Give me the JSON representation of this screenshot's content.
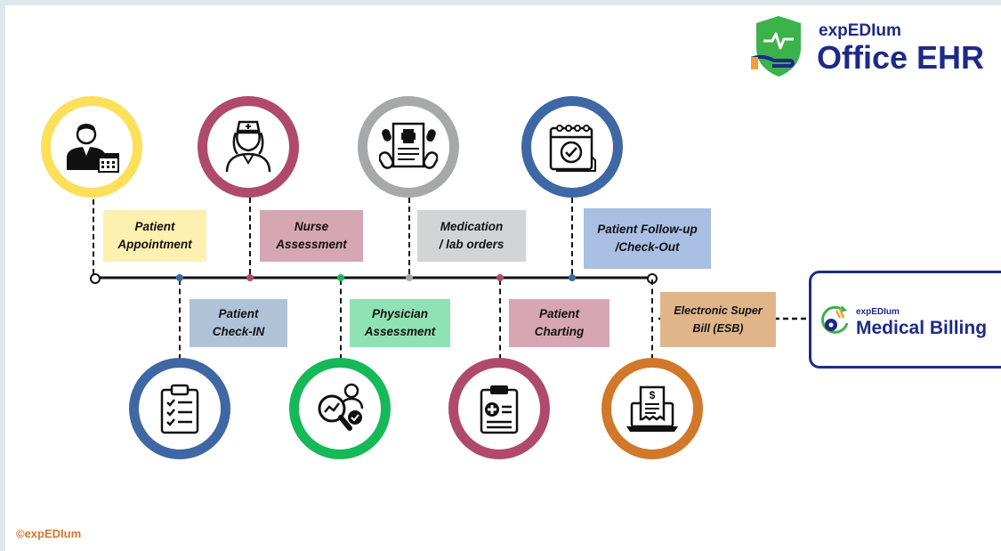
{
  "logo": {
    "brand": "expEDIum",
    "product": "Office EHR"
  },
  "billing_logo": {
    "brand": "expEDIum",
    "product": "Medical Billing"
  },
  "steps": [
    {
      "label_line1": "Patient",
      "label_line2": "Appointment",
      "icon": "patient-calendar-icon",
      "ring_color": "#fde05a",
      "label_bg": "#fdf0b0"
    },
    {
      "label_line1": "Patient",
      "label_line2": "Check-IN",
      "icon": "clipboard-checklist-icon",
      "ring_color": "#3f67a4",
      "label_bg": "#b0c2d8"
    },
    {
      "label_line1": "Nurse",
      "label_line2": "Assessment",
      "icon": "nurse-icon",
      "ring_color": "#b04a6c",
      "label_bg": "#d6a6b3"
    },
    {
      "label_line1": "Physician",
      "label_line2": "Assessment",
      "icon": "magnifier-analysis-icon",
      "ring_color": "#16b957",
      "label_bg": "#8ee2b4"
    },
    {
      "label_line1": "Medication",
      "label_line2": "/ lab orders",
      "icon": "prescription-pills-icon",
      "ring_color": "#a6a8aa",
      "label_bg": "#d3d4d6"
    },
    {
      "label_line1": "Patient",
      "label_line2": "Charting",
      "icon": "medical-chart-icon",
      "ring_color": "#b04a6c",
      "label_bg": "#d6a6b3"
    },
    {
      "label_line1": "Patient Follow-up",
      "label_line2": "/Check-Out",
      "icon": "calendar-check-icon",
      "ring_color": "#3f67a4",
      "label_bg": "#a9bfe3"
    },
    {
      "label_line1": "Electronic Super",
      "label_line2": "Bill (ESB)",
      "icon": "invoice-laptop-icon",
      "ring_color": "#d1782a",
      "label_bg": "#e1b58a"
    }
  ],
  "copyright": "©expEDIum",
  "colors": {
    "brand_blue": "#1d2a88",
    "brand_green": "#3bb24a",
    "copyright_orange": "#d2772c",
    "timeline": "#111111"
  }
}
